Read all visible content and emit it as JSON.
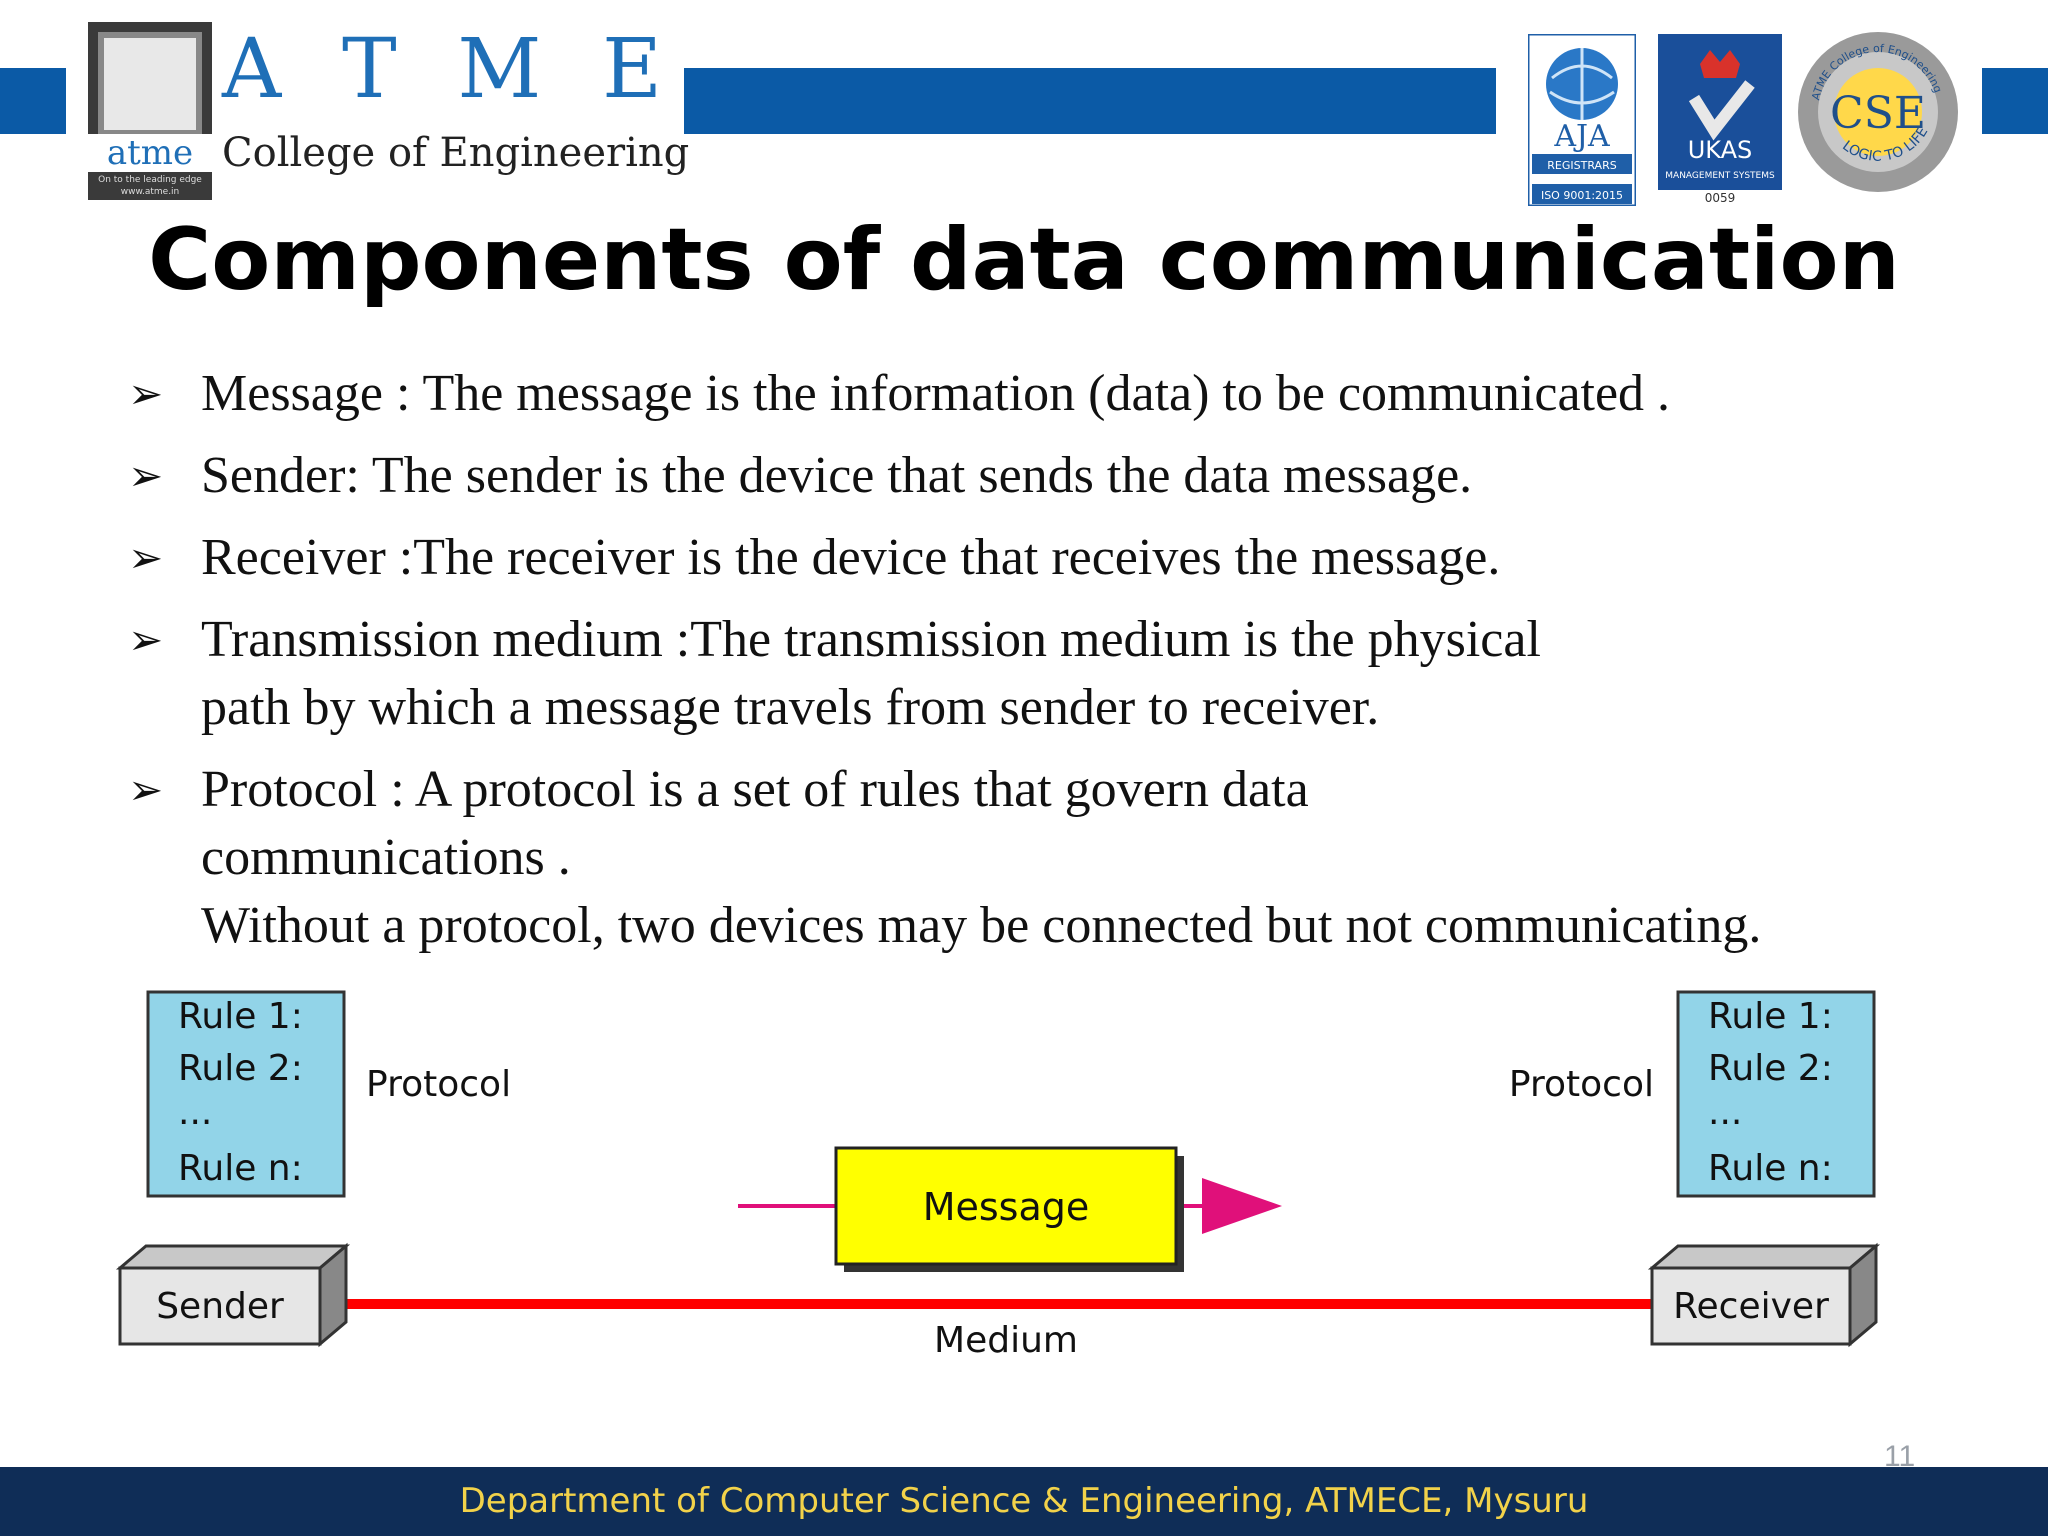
{
  "header": {
    "logo_word": "atme",
    "logo_tagline": "On to the leading edge  www.atme.in",
    "atme_letters": [
      "A",
      "T",
      "M",
      "E"
    ],
    "college_name": "College of Engineering",
    "badges": {
      "aja": {
        "name": "AJA",
        "sub": "REGISTRARS",
        "cert": "ISO 9001:2015"
      },
      "ukas": {
        "name": "UKAS",
        "sub": "MANAGEMENT SYSTEMS",
        "code": "0059"
      },
      "cse": {
        "name": "CSE",
        "ring_top": "ATME College of Engineering",
        "ring_bottom": "LOGIC TO LIFE"
      }
    },
    "colors": {
      "band": "#0b5aa6",
      "brand": "#1f6fb7"
    }
  },
  "slide": {
    "title": "Components of data communication",
    "bullets": [
      {
        "lines": [
          "Message : The message is the information (data) to be communicated ."
        ]
      },
      {
        "lines": [
          "Sender: The sender is the device that sends the data message."
        ]
      },
      {
        "lines": [
          "Receiver :The receiver is the device that receives the message."
        ]
      },
      {
        "lines": [
          "Transmission medium :The transmission medium is the physical",
          "path by  which a message travels from sender to receiver."
        ]
      },
      {
        "lines": [
          "Protocol : A protocol is a set of rules that govern data",
          "communications .",
          "Without a protocol, two devices may be  connected but not communicating."
        ]
      }
    ],
    "page_number": "11"
  },
  "diagram": {
    "left_rules": [
      "Rule 1:",
      "Rule 2:",
      "...",
      "Rule n:"
    ],
    "right_rules": [
      "Rule 1:",
      "Rule 2:",
      "...",
      "Rule n:"
    ],
    "left_protocol": "Protocol",
    "right_protocol": "Protocol",
    "message": "Message",
    "sender": "Sender",
    "receiver": "Receiver",
    "medium": "Medium",
    "colors": {
      "rules": "#92d4e8",
      "message": "#ffff00",
      "medium": "#ff0000",
      "arrow": "#e0107a",
      "device": "#e6e6e6"
    }
  },
  "footer": {
    "text": "Department of Computer Science & Engineering, ATMECE, Mysuru",
    "colors": {
      "background": "#0f2d57",
      "text": "#f2d24a"
    }
  }
}
